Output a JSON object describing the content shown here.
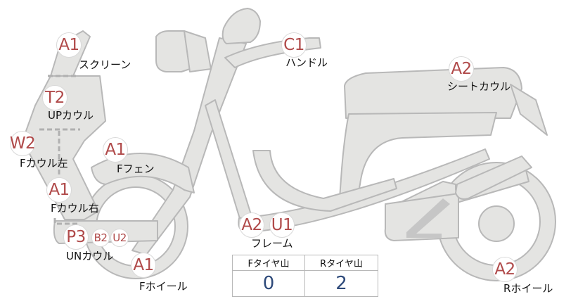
{
  "colors": {
    "grade_text": "#b04a4a",
    "value_text": "#2e4a7a",
    "part_fill": "#e4e4e2",
    "part_stroke": "#b8b8b8",
    "dash": "#b0b0b0"
  },
  "parts": {
    "screen": {
      "grade": "A1",
      "label": "スクリーン"
    },
    "up_cowl": {
      "grade": "T2",
      "label": "UPカウル"
    },
    "f_cowl_l": {
      "grade": "W2",
      "label": "Fカウル左"
    },
    "f_cowl_r": {
      "grade": "A1",
      "label": "Fカウル右"
    },
    "un_cowl": {
      "grade": "P3",
      "grade2": "B2",
      "grade3": "U2",
      "label": "UNカウル"
    },
    "f_fender": {
      "grade": "A1",
      "label": "Fフェン"
    },
    "f_wheel": {
      "grade": "A1",
      "label": "Fホイール"
    },
    "handle": {
      "grade": "C1",
      "label": "ハンドル"
    },
    "frame": {
      "grade": "A2",
      "grade2": "U1",
      "label": "フレーム"
    },
    "seat_cowl": {
      "grade": "A2",
      "label": "シートカウル"
    },
    "r_wheel": {
      "grade": "A2",
      "label": "Rホイール"
    }
  },
  "tire_table": {
    "f_header": "Fタイヤ山",
    "r_header": "Rタイヤ山",
    "f_value": "0",
    "r_value": "2"
  }
}
